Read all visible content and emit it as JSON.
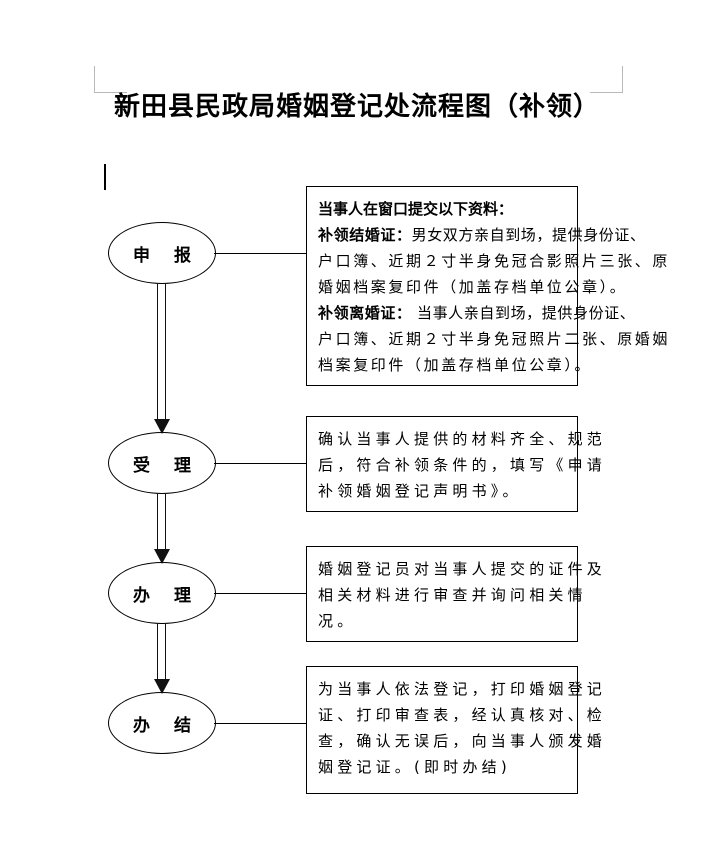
{
  "document": {
    "title": "新田县民政局婚姻登记处流程图（补领）",
    "caret_present": true,
    "margin_marks": [
      "top-left",
      "top-right"
    ],
    "colors": {
      "text": "#000000",
      "page_background": "#ffffff",
      "margin_mark": "#b9b9b9",
      "shape_border": "#000000"
    }
  },
  "flowchart": {
    "nodes": [
      {
        "id": "node-1",
        "label": "申 报"
      },
      {
        "id": "node-2",
        "label": "受 理"
      },
      {
        "id": "node-3",
        "label": "办 理"
      },
      {
        "id": "node-4",
        "label": "办 结"
      }
    ],
    "connectors": [
      {
        "from": "node-1",
        "to": "node-2",
        "style": "hollow-double-line-arrow"
      },
      {
        "from": "node-2",
        "to": "node-3",
        "style": "hollow-double-line-arrow"
      },
      {
        "from": "node-3",
        "to": "node-4",
        "style": "hollow-double-line-arrow"
      }
    ],
    "boxes": [
      {
        "id": "box-1",
        "for_node": "node-1",
        "lines": [
          {
            "text": "当事人在窗口提交以下资料：",
            "bold": true
          },
          {
            "lead": "补领结婚证：",
            "text": "男女双方亲自到场，提供身份证、"
          },
          {
            "text": "户口簿、近期２寸半身免冠合影照片三张、原"
          },
          {
            "text": "婚姻档案复印件（加盖存档单位公章）。"
          },
          {
            "lead": "补领离婚证：",
            "text": " 当事人亲自到场，提供身份证、"
          },
          {
            "text": "户口簿、近期２寸半身免冠照片二张、原婚姻"
          },
          {
            "text": "档案复印件（加盖存档单位公章）。"
          }
        ]
      },
      {
        "id": "box-2",
        "for_node": "node-2",
        "lines": [
          {
            "text": "确认当事人提供的材料齐全、规范"
          },
          {
            "text": "后，符合补领条件的，填写《申请"
          },
          {
            "text": "补领婚姻登记声明书》。"
          }
        ]
      },
      {
        "id": "box-3",
        "for_node": "node-3",
        "lines": [
          {
            "text": "婚姻登记员对当事人提交的证件及"
          },
          {
            "text": "相关材料进行审查并询问相关情"
          },
          {
            "text": "况。"
          }
        ]
      },
      {
        "id": "box-4",
        "for_node": "node-4",
        "lines": [
          {
            "text": "为当事人依法登记，打印婚姻登记"
          },
          {
            "text": "证、打印审查表，经认真核对、检"
          },
          {
            "text": "查，确认无误后，向当事人颁发婚"
          },
          {
            "text": "姻登记证。(即时办结)"
          }
        ]
      }
    ]
  }
}
